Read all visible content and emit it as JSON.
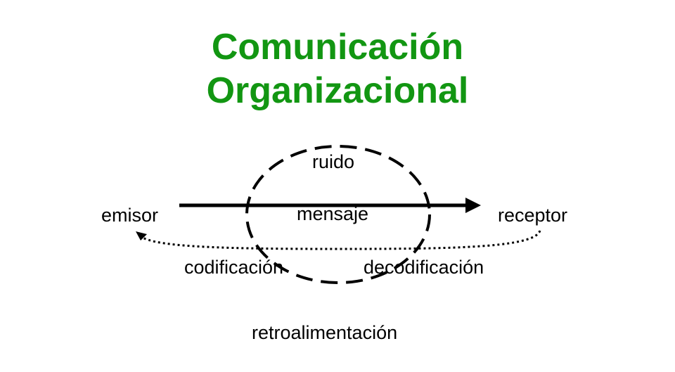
{
  "title": {
    "line1": "Comunicación",
    "line2": "Organizacional"
  },
  "labels": {
    "noise": "ruido",
    "sender": "emisor",
    "message": "mensaje",
    "receiver": "receptor",
    "encoding": "codificación",
    "decoding": "decodificación",
    "feedback": "retroalimentación"
  },
  "colors": {
    "title": "#129612",
    "stroke": "#000000",
    "text": "#000000"
  }
}
